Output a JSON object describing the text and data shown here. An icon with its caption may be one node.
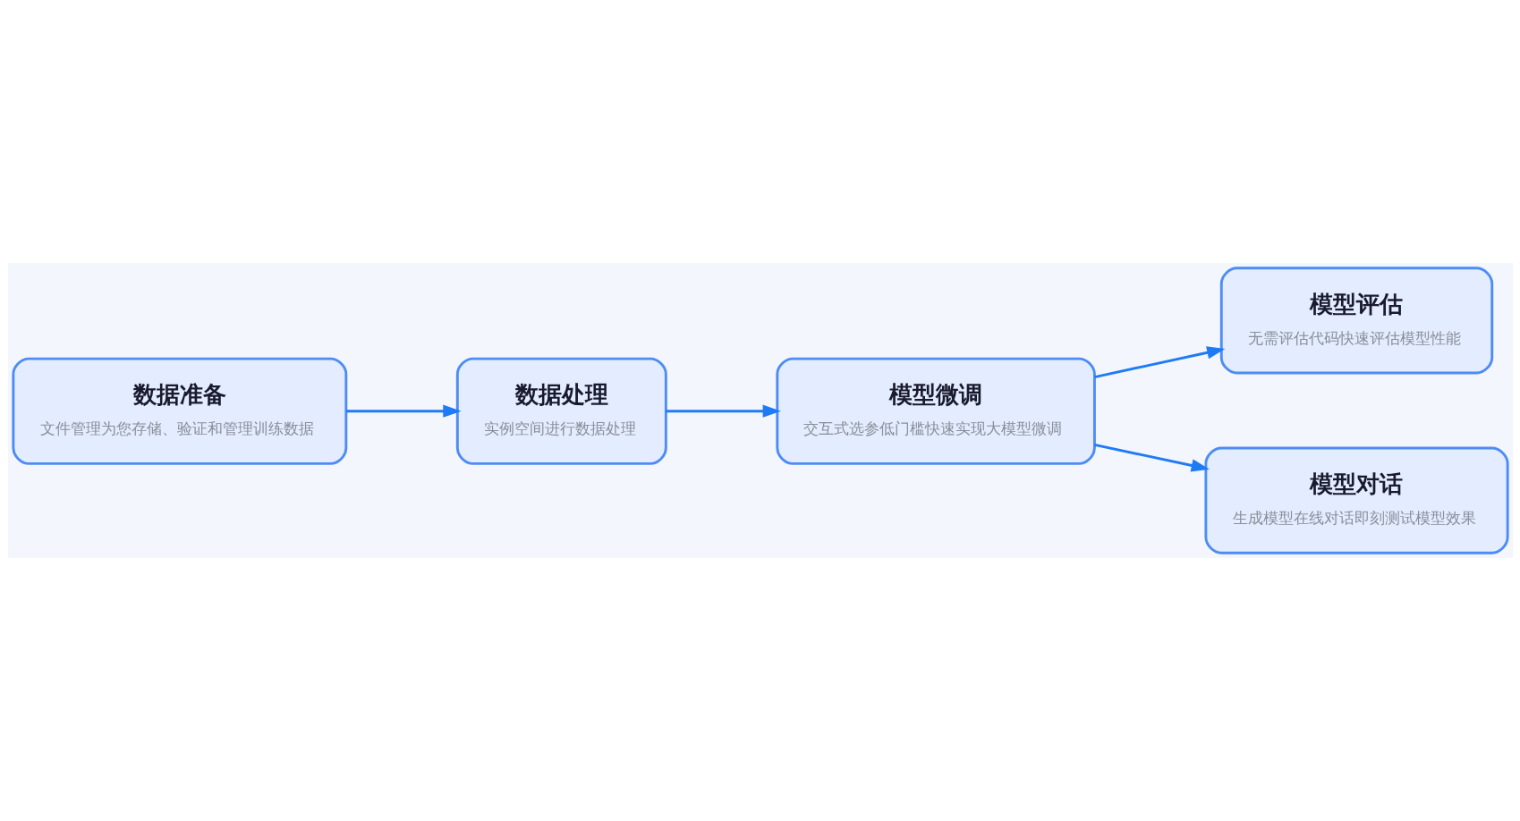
{
  "diagram": {
    "nodes": [
      {
        "text": [
          "数据准备",
          "文件管理为您存储、验证和管理训练数据"
        ]
      },
      {
        "text": [
          "数据处理",
          "实例空间进行数据处理"
        ]
      },
      {
        "text": [
          "模型微调",
          "交互式选参低门槛快速实现大模型微调"
        ]
      },
      {
        "text": [
          "模型评估",
          "无需评估代码快速评估模型性能"
        ]
      },
      {
        "text": [
          "模型对话",
          "生成模型在线对话即刻测试模型效果"
        ]
      }
    ],
    "edges": [
      {
        "from": 0,
        "to": 1,
        "arrow": "to"
      },
      {
        "from": 1,
        "to": 2,
        "arrow": "to"
      },
      {
        "from": 2,
        "to": 3,
        "arrow": "to"
      },
      {
        "from": 2,
        "to": 4,
        "arrow": "to"
      }
    ]
  }
}
